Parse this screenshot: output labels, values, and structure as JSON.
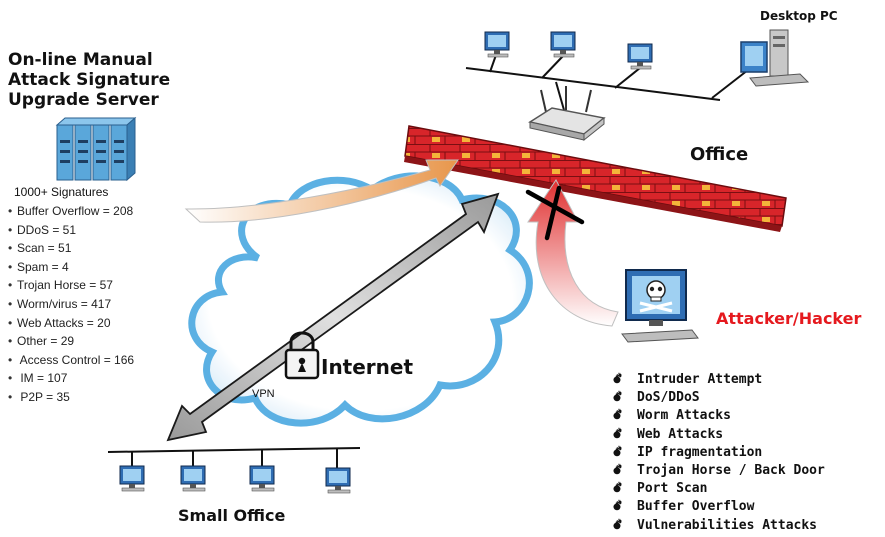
{
  "server": {
    "title_lines": [
      "On-line Manual",
      "Attack Signature",
      "Upgrade Server"
    ],
    "signatures_heading": "1000+ Signatures",
    "signatures": [
      "Buffer Overflow = 208",
      "DDoS = 51",
      "Scan = 51",
      "Spam = 4",
      "Trojan Horse = 57",
      "Worm/virus = 417",
      "Web Attacks = 20",
      "Other = 29",
      " Access Control = 166",
      " IM = 107",
      " P2P = 35"
    ]
  },
  "labels": {
    "desktop_pc": "Desktop PC",
    "office": "Office",
    "internet": "Internet",
    "vpn": "VPN",
    "attacker": "Attacker/Hacker",
    "small_office": "Small Office"
  },
  "attacks": [
    "Intruder Attempt",
    "DoS/DDoS",
    "Worm Attacks",
    "Web Attacks",
    "IP fragmentation",
    "Trojan Horse / Back Door",
    "Port Scan",
    "Buffer Overflow",
    "Vulnerabilities Attacks"
  ],
  "colors": {
    "firewall_brick": "#d8252a",
    "firewall_mortar": "#f4b43a",
    "cloud_outline": "#4aa8e0",
    "attacker_text": "#e5191e",
    "monitor_screen": "#3d7fc4"
  },
  "icons": {
    "server": "server-rack-icon",
    "router": "wireless-router-icon",
    "desktop": "desktop-pc-icon",
    "attacker": "skull-computer-icon",
    "lock": "padlock-icon",
    "block": "block-cross-icon",
    "bullet": "bomb-icon"
  }
}
